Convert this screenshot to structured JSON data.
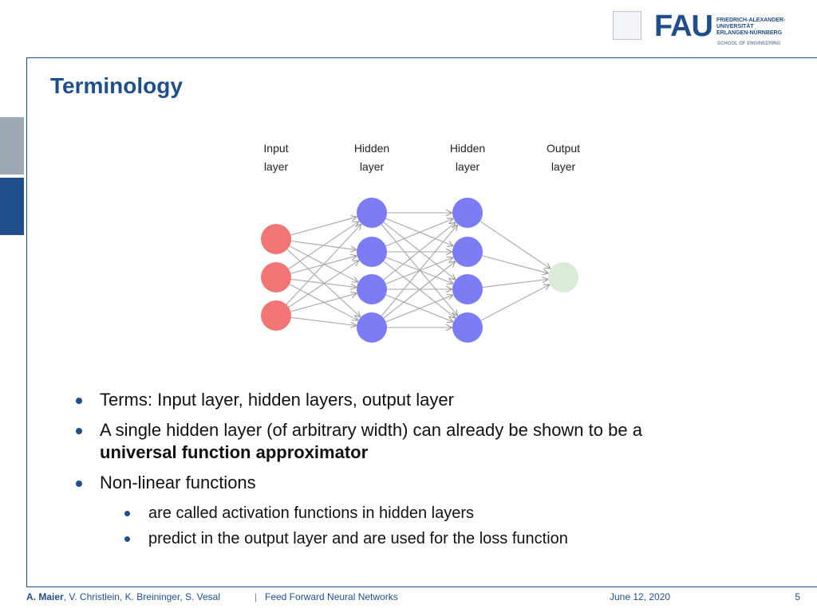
{
  "header": {
    "fau_text": "FAU",
    "university": [
      "FRIEDRICH-ALEXANDER-",
      "UNIVERSITÄT",
      "ERLANGEN-NÜRNBERG"
    ],
    "school": "SCHOOL OF ENGINEERING"
  },
  "slide": {
    "title": "Terminology"
  },
  "diagram": {
    "layers": [
      {
        "label_1": "Input",
        "label_2": "layer"
      },
      {
        "label_1": "Hidden",
        "label_2": "layer"
      },
      {
        "label_1": "Hidden",
        "label_2": "layer"
      },
      {
        "label_1": "Output",
        "label_2": "layer"
      }
    ],
    "colors": {
      "input": "#f27575",
      "hidden": "#7c7cf5",
      "output": "#d9ecd7",
      "edges": "#a6a6a6"
    }
  },
  "bullets": {
    "b1": "Terms: Input layer, hidden layers, output layer",
    "b2_line1": "A single hidden layer (of arbitrary width) can already be shown to be a",
    "b2_line2": "universal function approximator",
    "b3": "Non-linear functions",
    "b3_sub1": "are called activation functions in hidden layers",
    "b3_sub2": "predict in the output layer and are used for the loss function"
  },
  "footer": {
    "authors_lead": "A. Maier",
    "authors_rest": ", V. Christlein, K. Breininger, S. Vesal",
    "separator": "|",
    "talk": "Feed Forward Neural Networks",
    "date": "June 12, 2020",
    "page": "5"
  }
}
